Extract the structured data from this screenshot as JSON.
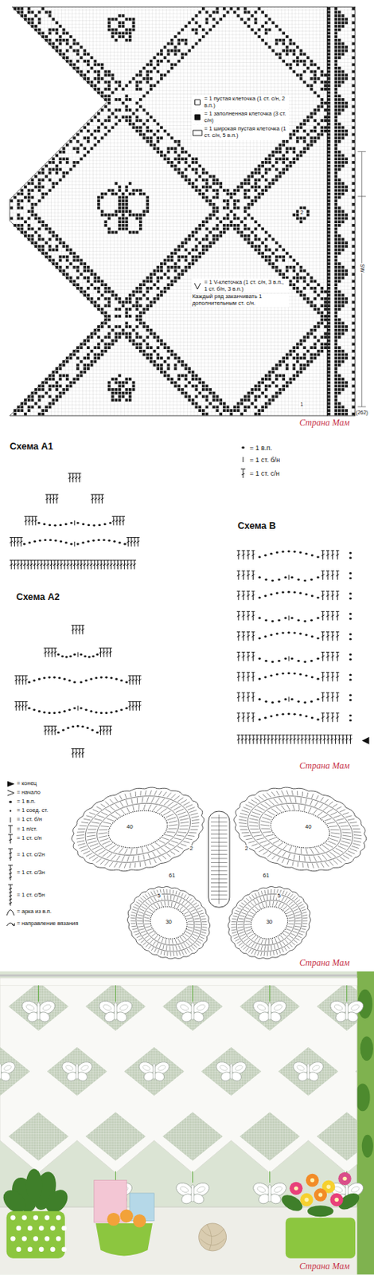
{
  "diagram": {
    "labels": [
      "2",
      "1",
      "(262)",
      "SW",
      "Каждый ряд заканчивать 1 дополнительным ст. с/н.",
      "Страна Мам",
      "Схема А1",
      "Схема А2",
      "Схема В",
      "Страна Мам",
      "40",
      "40",
      "2",
      "2",
      "61",
      "61",
      "5",
      "5",
      "30",
      "30",
      "Страна Мам",
      "Страна Мам"
    ],
    "legend": [
      {
        "text": "= 1 пустая клеточка (1 ст. с/н, 2 в.п.)"
      },
      {
        "text": "= 1 заполненная клеточка (3 ст. с/н)"
      },
      {
        "text": "= 1 широкая пустая клеточка (1 ст. с/н, 5 в.п.)"
      },
      {
        "text": "= 1 V-клеточка (1 ст. с/н, 3 в.п., 1 ст. б/н, 3 в.п.)"
      },
      {
        "text": "= 1 в.п."
      },
      {
        "text": "= 1 ст. б/н"
      },
      {
        "text": "= 1 ст. с/н"
      },
      {
        "text": "= конец"
      },
      {
        "text": "= начало"
      },
      {
        "text": "= 1 в.п."
      },
      {
        "text": "= 1 соед. ст."
      },
      {
        "text": "= 1 ст. б/н"
      },
      {
        "text": "= 1 п/ст."
      },
      {
        "text": "= 1 ст. с/н"
      },
      {
        "text": "= 1 ст. с/2н"
      },
      {
        "text": "= 1 ст. с/3н"
      },
      {
        "text": "= 1 ст. с/5н"
      },
      {
        "text": "= арка из в.п."
      },
      {
        "text": "= направление вязания"
      }
    ]
  }
}
